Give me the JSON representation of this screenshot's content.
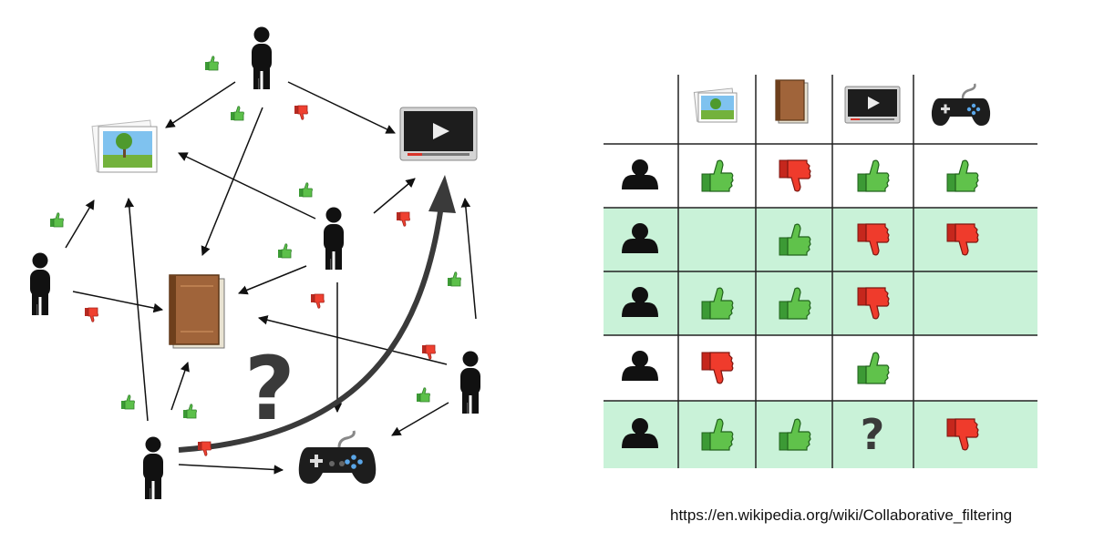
{
  "network": {
    "users": [
      "user-a",
      "user-b",
      "user-c",
      "user-d",
      "user-e"
    ],
    "items": [
      "picture",
      "book",
      "video",
      "game"
    ],
    "edges": [
      {
        "from": "user-a",
        "to": "picture",
        "rating": "like"
      },
      {
        "from": "user-a",
        "to": "book",
        "rating": "like"
      },
      {
        "from": "user-a",
        "to": "video",
        "rating": "dislike"
      },
      {
        "from": "user-b",
        "to": "picture",
        "rating": "like"
      },
      {
        "from": "user-b",
        "to": "book",
        "rating": "dislike"
      },
      {
        "from": "user-c",
        "to": "picture",
        "rating": "like"
      },
      {
        "from": "user-c",
        "to": "book",
        "rating": "like"
      },
      {
        "from": "user-c",
        "to": "video",
        "rating": "dislike"
      },
      {
        "from": "user-c",
        "to": "game",
        "rating": "dislike"
      },
      {
        "from": "user-d",
        "to": "book",
        "rating": "dislike"
      },
      {
        "from": "user-d",
        "to": "video",
        "rating": "like"
      },
      {
        "from": "user-d",
        "to": "game",
        "rating": "like"
      },
      {
        "from": "user-e",
        "to": "picture",
        "rating": "like"
      },
      {
        "from": "user-e",
        "to": "book",
        "rating": "like"
      },
      {
        "from": "user-e",
        "to": "game",
        "rating": "dislike"
      }
    ],
    "prediction": {
      "from": "user-e",
      "to": "video",
      "symbol": "?"
    }
  },
  "matrix": {
    "columns": [
      "picture",
      "book",
      "video",
      "game"
    ],
    "rows": [
      {
        "highlight": false,
        "ratings": [
          "like",
          "dislike",
          "like",
          "like"
        ]
      },
      {
        "highlight": true,
        "ratings": [
          "",
          "like",
          "dislike",
          "dislike"
        ]
      },
      {
        "highlight": true,
        "ratings": [
          "like",
          "like",
          "dislike",
          ""
        ]
      },
      {
        "highlight": false,
        "ratings": [
          "dislike",
          "",
          "like",
          ""
        ]
      },
      {
        "highlight": true,
        "ratings": [
          "like",
          "like",
          "?",
          "dislike"
        ]
      }
    ],
    "colors": {
      "like": "#4caf3f",
      "dislike": "#e53a2e",
      "highlight": "#c9f2d8",
      "grid": "#222222"
    }
  },
  "caption": "https://en.wikipedia.org/wiki/Collaborative_filtering"
}
